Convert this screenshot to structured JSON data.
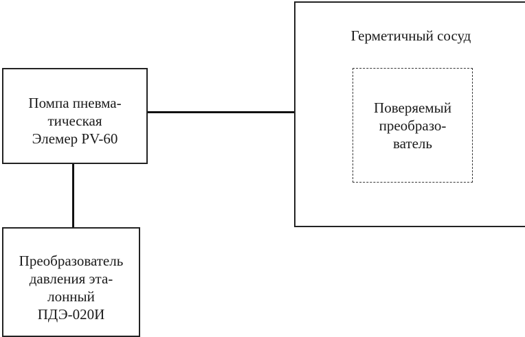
{
  "pump": {
    "lines": [
      "Помпа пневма-",
      "тическая",
      "Элемер PV-60"
    ]
  },
  "reference": {
    "lines": [
      "Преобразователь",
      "давления эта-",
      "лонный",
      "ПДЭ-020И"
    ]
  },
  "vessel": {
    "title": "Герметичный сосуд"
  },
  "device_under_test": {
    "lines": [
      "Поверяемый",
      "преобразо-",
      "ватель"
    ]
  }
}
